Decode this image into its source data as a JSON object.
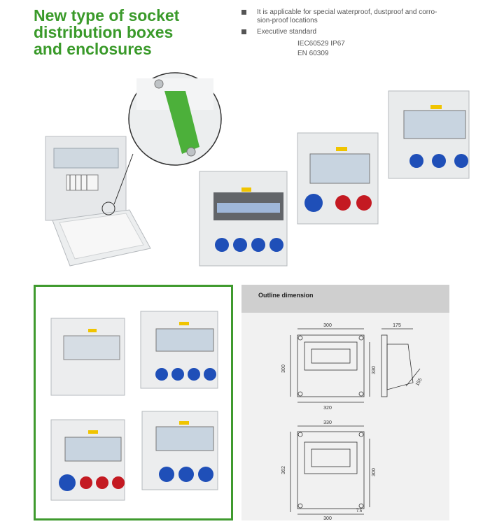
{
  "title": {
    "line1": "New type of socket",
    "line2": "distribution boxes",
    "line3": "and enclosures"
  },
  "features": {
    "item1_line1": "It is applicable for special waterproof, dustproof and corro-",
    "item1_line2": "sion-proof locations",
    "item2_label": "Executive standard",
    "standard1": "IEC60529   IP67",
    "standard2": "EN 60309"
  },
  "outline": {
    "heading": "Outline dimension",
    "front_width": "300",
    "front_height_left": "300",
    "front_height_right": "330",
    "front_inner_width": "320",
    "side_depth": "175",
    "side_diag": "155",
    "bottom_top_width": "330",
    "bottom_left_height": "362",
    "bottom_right_height": "300",
    "bottom_width": "300",
    "bottom_margin": "7.5"
  },
  "colors": {
    "brand_green": "#3a9a2a",
    "socket_blue": "#1f4fb8",
    "socket_red": "#c41a22"
  }
}
